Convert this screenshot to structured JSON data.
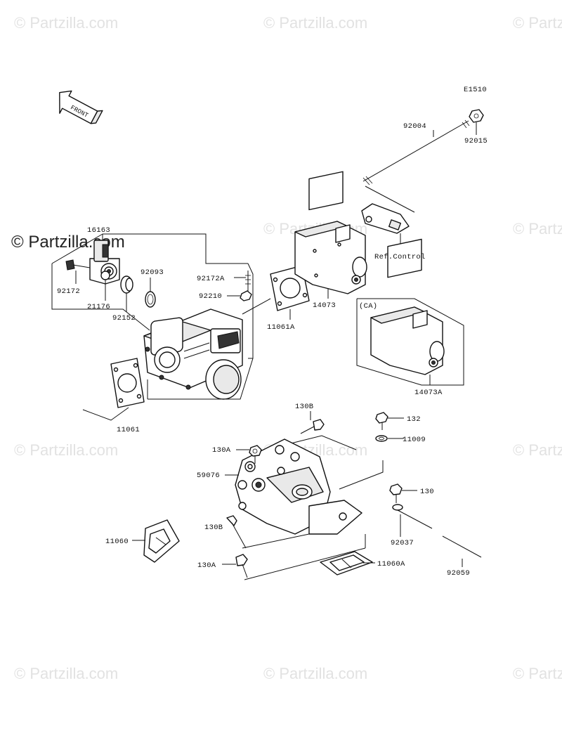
{
  "diagram_code": "E1510",
  "front_arrow_label": "FRONT",
  "watermark": {
    "faint": "© Partzilla.com",
    "dark": "© Partzilla.com"
  },
  "parts": {
    "p16163": "16163",
    "p92172": "92172",
    "p21176": "21176",
    "p92152": "92152",
    "p92093": "92093",
    "p92172A": "92172A",
    "p92210": "92210",
    "p11061A": "11061A",
    "p14073": "14073",
    "p14073A": "14073A",
    "p92004": "92004",
    "p92015": "92015",
    "ref_control": "Ref.Control",
    "ca_label": "(CA)",
    "p11061": "11061",
    "p130B_top": "130B",
    "p132": "132",
    "p11009": "11009",
    "p130A_top": "130A",
    "p59076": "59076",
    "p130_right": "130",
    "p11060": "11060",
    "p130B_left": "130B",
    "p92037": "92037",
    "p130A_bot": "130A",
    "p11060A": "11060A",
    "p92059": "92059"
  }
}
